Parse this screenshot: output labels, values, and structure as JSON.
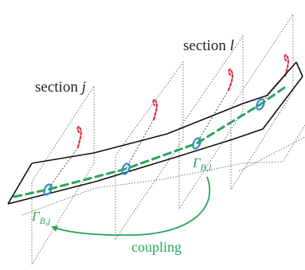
{
  "labels": {
    "section_j_prefix": "section ",
    "section_j_var": "j",
    "section_l_prefix": "section ",
    "section_l_var": "l",
    "gamma_j_main": "Γ",
    "gamma_j_sub": "B,j",
    "gamma_l_main": "Γ",
    "gamma_l_sub": "B,l",
    "coupling": "coupling"
  },
  "colors": {
    "outline": "#111111",
    "dotted": "#555555",
    "green": "#2aa55a",
    "blue": "#3a86d8",
    "red": "#e0303a",
    "text": "#222222"
  },
  "sections_count": 4
}
